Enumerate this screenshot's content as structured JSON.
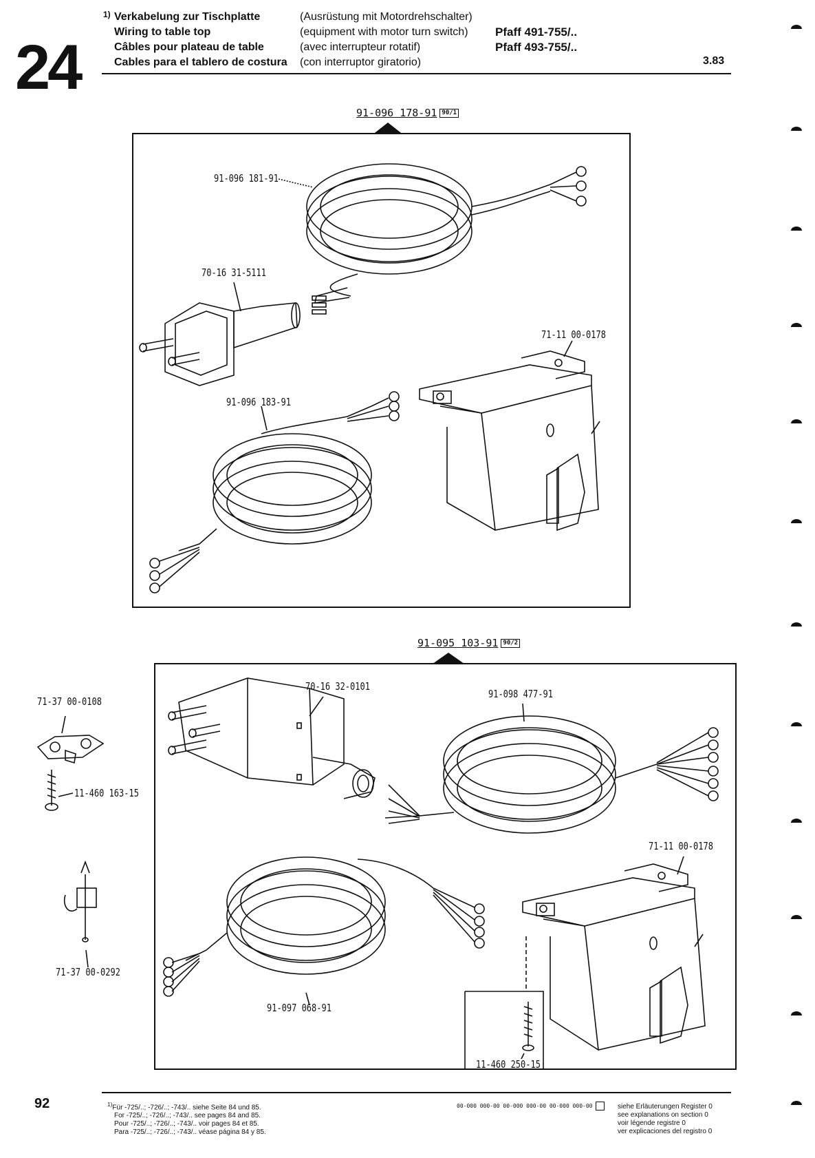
{
  "header": {
    "section_number": "24",
    "footnote_marker": "1)",
    "titles": [
      "Verkabelung zur Tischplatte",
      "Wiring to table top",
      "Câbles pour plateau de table",
      "Cables para el tablero de costura"
    ],
    "subtitles": [
      "(Ausrüstung mit Motordrehschalter)",
      "(equipment with motor turn switch)",
      "(avec interrupteur rotatif)",
      "(con interruptor giratorio)"
    ],
    "models": [
      "Pfaff 491-755/..",
      "Pfaff 493-755/.."
    ],
    "version": "3.83"
  },
  "diagram_top": {
    "assembly_number": "91-096 178-91",
    "assembly_tag": "90/1",
    "labels": {
      "cable_upper": "91-096 181-91",
      "plug": "70-16 31-5111",
      "switch": "71-11 00-0178",
      "cable_lower": "91-096 183-91"
    }
  },
  "diagram_bottom": {
    "assembly_number": "91-095 103-91",
    "assembly_tag": "90/2",
    "labels": {
      "plug": "70-16 32-0101",
      "cable_upper": "91-098 477-91",
      "switch": "71-11 00-0178",
      "cable_lower": "91-097 068-91",
      "screw": "11-460 250-15"
    }
  },
  "side_parts": {
    "clip": "71-37 00-0108",
    "screw": "11-460 163-15",
    "nail_clip": "71-37 00-0292"
  },
  "footer": {
    "page_number": "92",
    "footnote_marker": "1)",
    "footnote_lines": [
      "Für -725/..; -726/..; -743/.. siehe Seite 84 und 85.",
      "For -725/..; -726/..; -743/.. see pages 84 and 85.",
      "Pour -725/..; -726/..; -743/.. voir pages 84 et 85.",
      "Para -725/..; -726/..; -743/.. véase página 84 y 85."
    ],
    "legend_codes": "00-000 000-00   00-000 000-00   00-000 000-00",
    "legend_lines": [
      "siehe Erläuterungen Register 0",
      "see explanations on section 0",
      "voir légende registre 0",
      "ver explicaciones del registro 0"
    ]
  }
}
